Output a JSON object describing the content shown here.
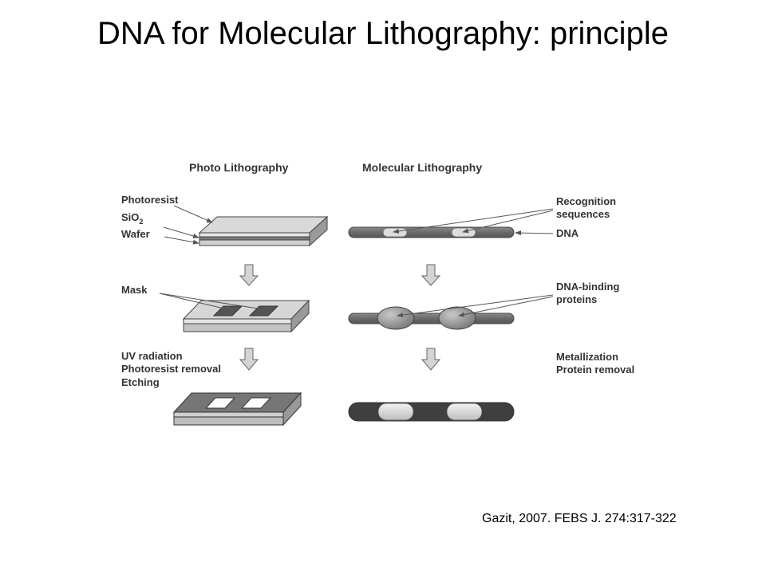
{
  "slide": {
    "title": "DNA for Molecular Lithography: principle",
    "citation": "Gazit, 2007. FEBS J. 274:317-322"
  },
  "figure": {
    "photo_lithography": {
      "header": "Photo Lithography",
      "step1_labels": [
        "Photoresist",
        "SiO",
        "2",
        "Wafer"
      ],
      "step2_label": "Mask",
      "step3_labels": [
        "UV radiation",
        "Photoresist removal",
        "Etching"
      ]
    },
    "molecular_lithography": {
      "header": "Molecular Lithography",
      "step1_labels": [
        "Recognition",
        "sequences",
        "DNA"
      ],
      "step2_labels": [
        "DNA-binding",
        "proteins"
      ],
      "step3_labels": [
        "Metallization",
        "Protein removal"
      ]
    }
  }
}
